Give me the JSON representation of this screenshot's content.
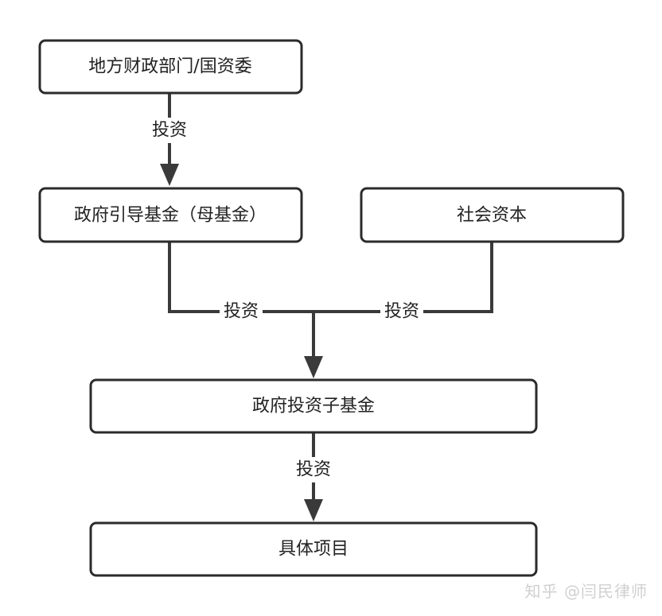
{
  "nodes": {
    "local_finance": "地方财政部门/国资委",
    "guidance_fund": "政府引导基金（母基金）",
    "social_capital": "社会资本",
    "sub_fund": "政府投资子基金",
    "project": "具体项目"
  },
  "edge_labels": {
    "finance_to_guidance": "投资",
    "guidance_to_subfund": "投资",
    "social_to_subfund": "投资",
    "subfund_to_project": "投资"
  },
  "watermark": "知乎 @闫民律师",
  "colors": {
    "stroke": "#2b2b2b",
    "arrow": "#3a3a3a",
    "watermark": "#d0d0d0"
  }
}
